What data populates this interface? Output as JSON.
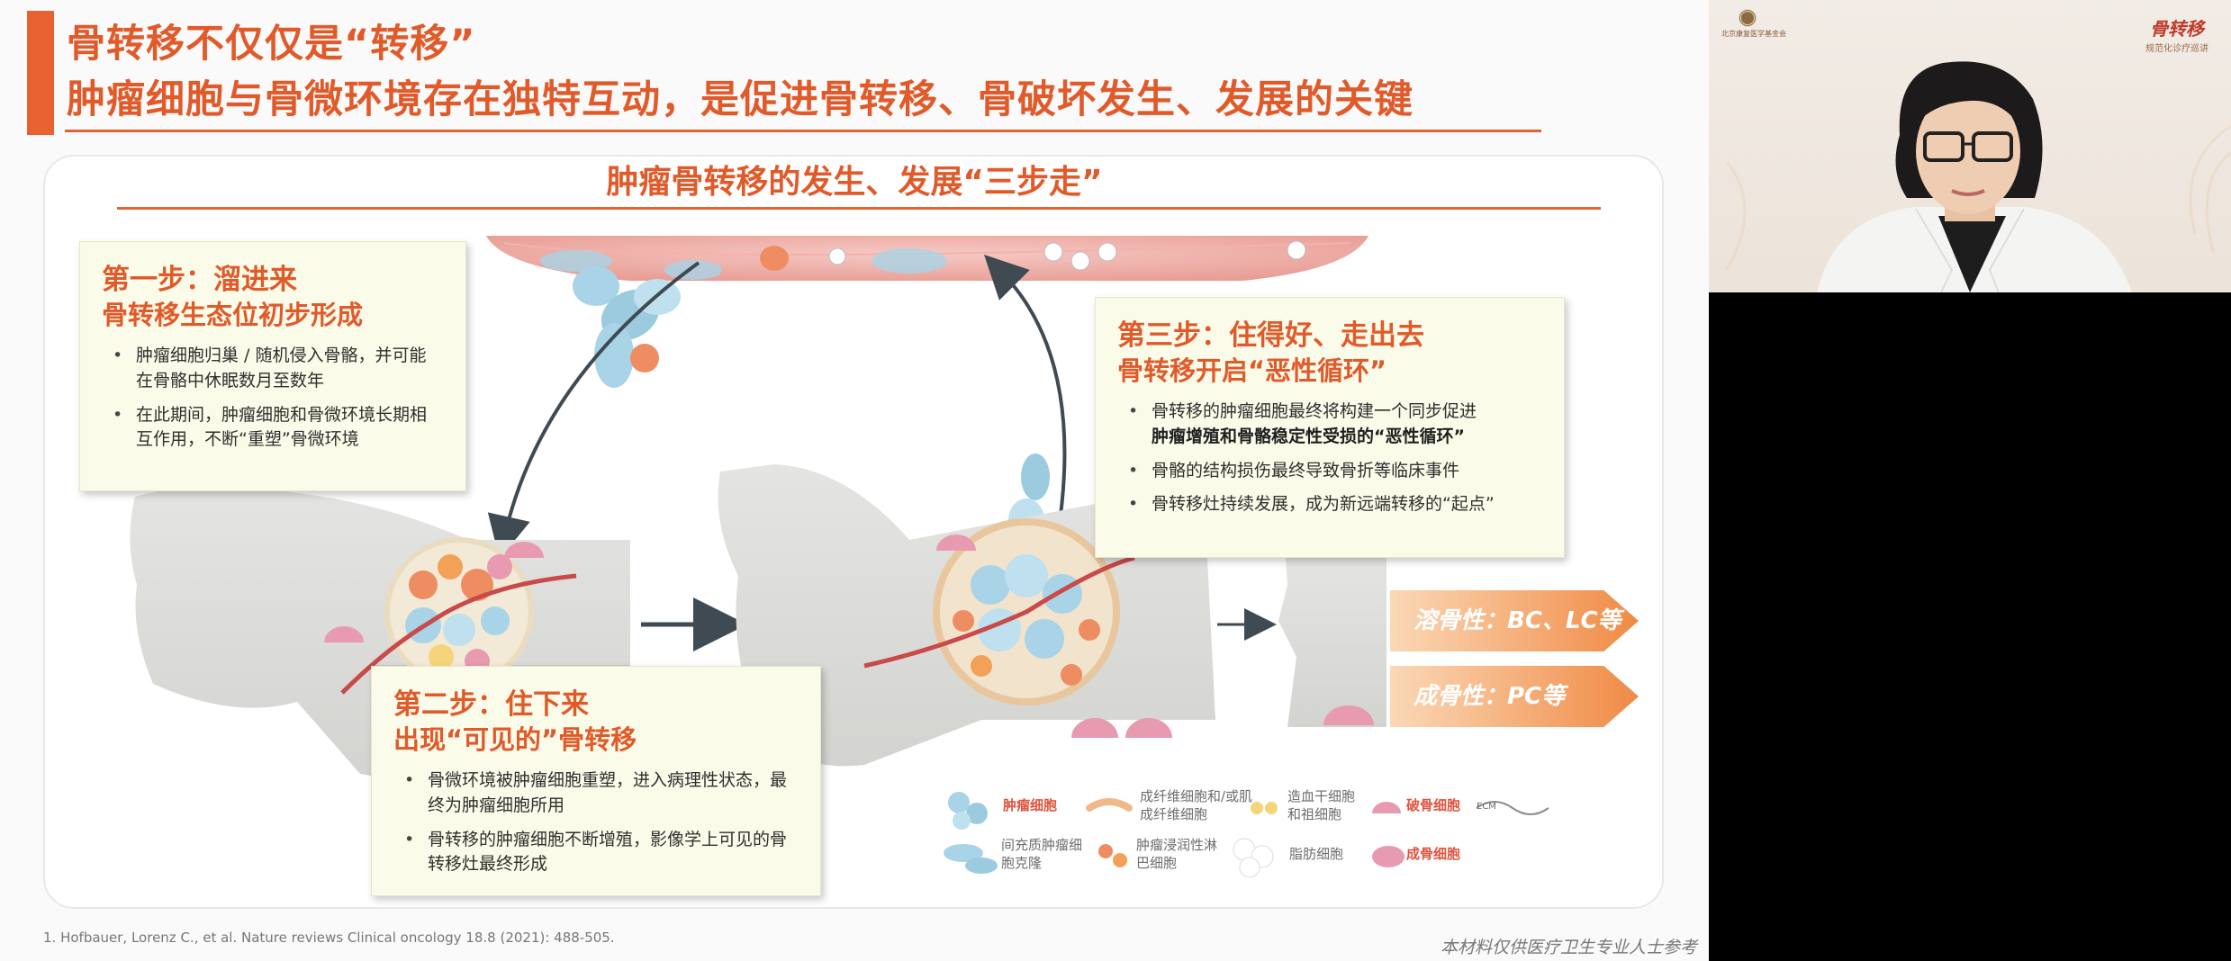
{
  "slide": {
    "title_line1": "骨转移不仅仅是“转移”",
    "title_line2": "肿瘤细胞与骨微环境存在独特互动，是促进骨转移、骨破坏发生、发展的关键",
    "panel_title": "肿瘤骨转移的发生、发展“三步走”",
    "step1": {
      "title": "第一步：溜进来",
      "subtitle": "骨转移生态位初步形成",
      "bullets": [
        "肿瘤细胞归巢 / 随机侵入骨骼，并可能在骨骼中休眠数月至数年",
        "在此期间，肿瘤细胞和骨微环境长期相互作用，不断“重塑”骨微环境"
      ]
    },
    "step2": {
      "title": "第二步：住下来",
      "subtitle": "出现“可见的”骨转移",
      "bullets": [
        "骨微环境被肿瘤细胞重塑，进入病理性状态，最终为肿瘤细胞所用",
        "骨转移的肿瘤细胞不断增殖，影像学上可见的骨转移灶最终形成"
      ]
    },
    "step3": {
      "title": "第三步：住得好、走出去",
      "subtitle": "骨转移开启“恶性循环”",
      "bullet1_part1": "骨转移的肿瘤细胞最终将构建一个同步促进",
      "bullet1_bold": "肿瘤增殖和骨骼稳定性受损的“恶性循环”",
      "bullet2": "骨骼的结构损伤最终导致骨折等临床事件",
      "bullet3": "骨转移灶持续发展，成为新远端转移的“起点”"
    },
    "outcome_lytic": "溶骨性：BC、LC等",
    "outcome_blastic": "成骨性：PC等",
    "legend": {
      "tumor_cells": "肿瘤细胞",
      "fibroblasts": "成纤维细胞和/或肌成纤维细胞",
      "hsc": "造血干细胞和祖细胞",
      "osteoclasts": "破骨细胞",
      "ecm": "ECM",
      "mesenchymal": "间充质肿瘤细胞克隆",
      "lymphocytes": "肿瘤浸润性淋巴细胞",
      "adipocytes": "脂肪细胞",
      "osteoblasts": "成骨细胞"
    },
    "reference": "1. Hofbauer, Lorenz C., et al. Nature reviews Clinical oncology 18.8 (2021): 488-505.",
    "disclaimer": "本材料仅供医疗卫生专业人士参考"
  },
  "webcam": {
    "logo_left": "北京康复医学基金会",
    "logo_right_main": "骨转移",
    "logo_right_sub": "规范化诊疗巡讲"
  },
  "colors": {
    "accent": "#e8622f",
    "title": "#e05a2a",
    "callout_bg": "#fbfbe9",
    "tumor_cell": "#a9d3e6",
    "osteoclast": "#e79ab0"
  }
}
